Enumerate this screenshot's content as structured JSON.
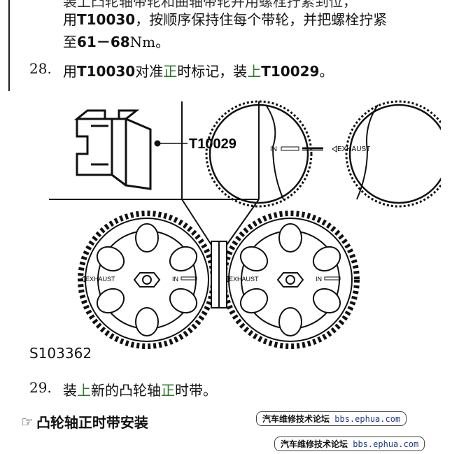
{
  "step27": {
    "line0": "装上凸轮轴带轮和曲轴带轮并用螺栓拧紧到位，",
    "line1_pre": "用",
    "line1_tool": "T10030",
    "line1_post": "，按顺序保持住每个带轮，并把螺栓拧紧",
    "line2_pre": "至",
    "line2_val": "61－68",
    "line2_unit": "Nm。"
  },
  "step28": {
    "num": "28.",
    "pre": "用",
    "tool1": "T10030",
    "mid1": "对准",
    "green1": "正",
    "mid2": "时标记，装",
    "green2": "上",
    "tool2": "T10029",
    "end": "。"
  },
  "figure": {
    "tool_label": "T10029",
    "in_label": "IN",
    "exhaust_label": "EXHAUST",
    "figure_id": "S103362"
  },
  "step29": {
    "num": "29.",
    "pre": "装",
    "green": "上",
    "mid": "新的凸轮轴",
    "green2": "正",
    "post": "时带。"
  },
  "section": {
    "icon": "pointing-hand-icon",
    "title": "凸轮轴正时带安装"
  },
  "watermark": {
    "cn": "汽车维修技术论坛",
    "url": "bbs.ephua.com"
  }
}
